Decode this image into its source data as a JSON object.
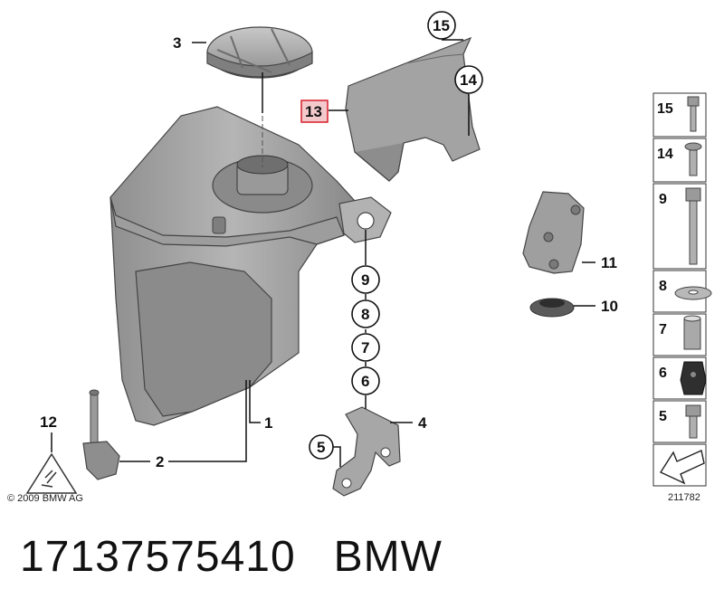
{
  "callouts": {
    "c1": "1",
    "c2": "2",
    "c3": "3",
    "c4": "4",
    "c5": "5",
    "c6": "6",
    "c7": "7",
    "c8": "8",
    "c9": "9",
    "c10": "10",
    "c11": "11",
    "c12": "12",
    "c13": "13",
    "c14": "14",
    "c15": "15"
  },
  "side_panel": {
    "items": [
      "15",
      "14",
      "9",
      "8",
      "7",
      "6",
      "5"
    ]
  },
  "copyright": "© 2009 BMW AG",
  "diagram_id": "211782",
  "footer": {
    "part_number": "17137575410",
    "brand": "BMW"
  },
  "colors": {
    "part_fill": "#a9a9a9",
    "part_dark": "#7d7d7d",
    "highlight_box": "#d81e2c",
    "highlight_fill": "#f3c9cc"
  }
}
